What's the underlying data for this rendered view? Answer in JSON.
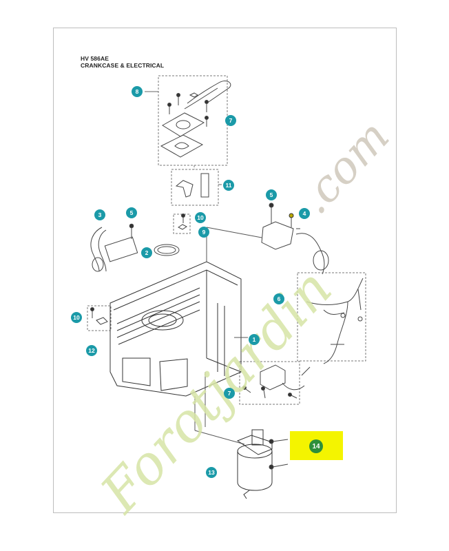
{
  "header": {
    "model": "HV 586AE",
    "section": "CRANKCASE & ELECTRICAL"
  },
  "watermark": {
    "brand": "Forotjardin",
    "domain": ".com"
  },
  "colors": {
    "callout": "#1b9aa8",
    "highlight": "#f4f400",
    "highlight_callout": "#2e8f3a",
    "line": "#444444"
  },
  "parts": [
    {
      "id": "part-8",
      "number": "8"
    },
    {
      "id": "part-7-top",
      "number": "7"
    },
    {
      "id": "part-11",
      "number": "11"
    },
    {
      "id": "part-5-right",
      "number": "5"
    },
    {
      "id": "part-4",
      "number": "4"
    },
    {
      "id": "part-3",
      "number": "3"
    },
    {
      "id": "part-5-left",
      "number": "5"
    },
    {
      "id": "part-10-mid",
      "number": "10"
    },
    {
      "id": "part-9",
      "number": "9"
    },
    {
      "id": "part-2",
      "number": "2"
    },
    {
      "id": "part-6",
      "number": "6"
    },
    {
      "id": "part-10-left",
      "number": "10"
    },
    {
      "id": "part-1",
      "number": "1"
    },
    {
      "id": "part-12",
      "number": "12"
    },
    {
      "id": "part-7-bottom",
      "number": "7"
    },
    {
      "id": "part-14",
      "number": "14"
    },
    {
      "id": "part-13",
      "number": "13"
    }
  ]
}
